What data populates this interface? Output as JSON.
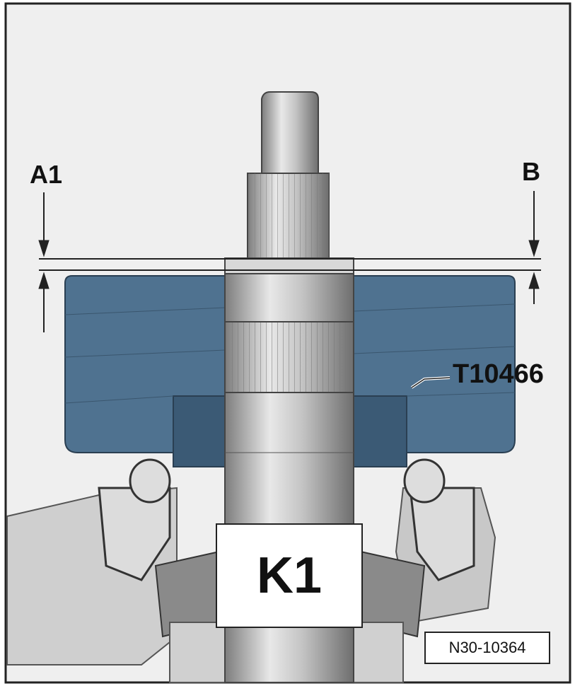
{
  "labels": {
    "dimension_a1": "A1",
    "dimension_b": "B",
    "tool": "T10466",
    "component": "K1",
    "figure_ref": "N30-10364"
  },
  "colors": {
    "tool_blue": "#4f7290",
    "tool_blue_dark": "#3b5a75",
    "shaft_grey": "#b8b8b8",
    "background": "#efefef"
  }
}
